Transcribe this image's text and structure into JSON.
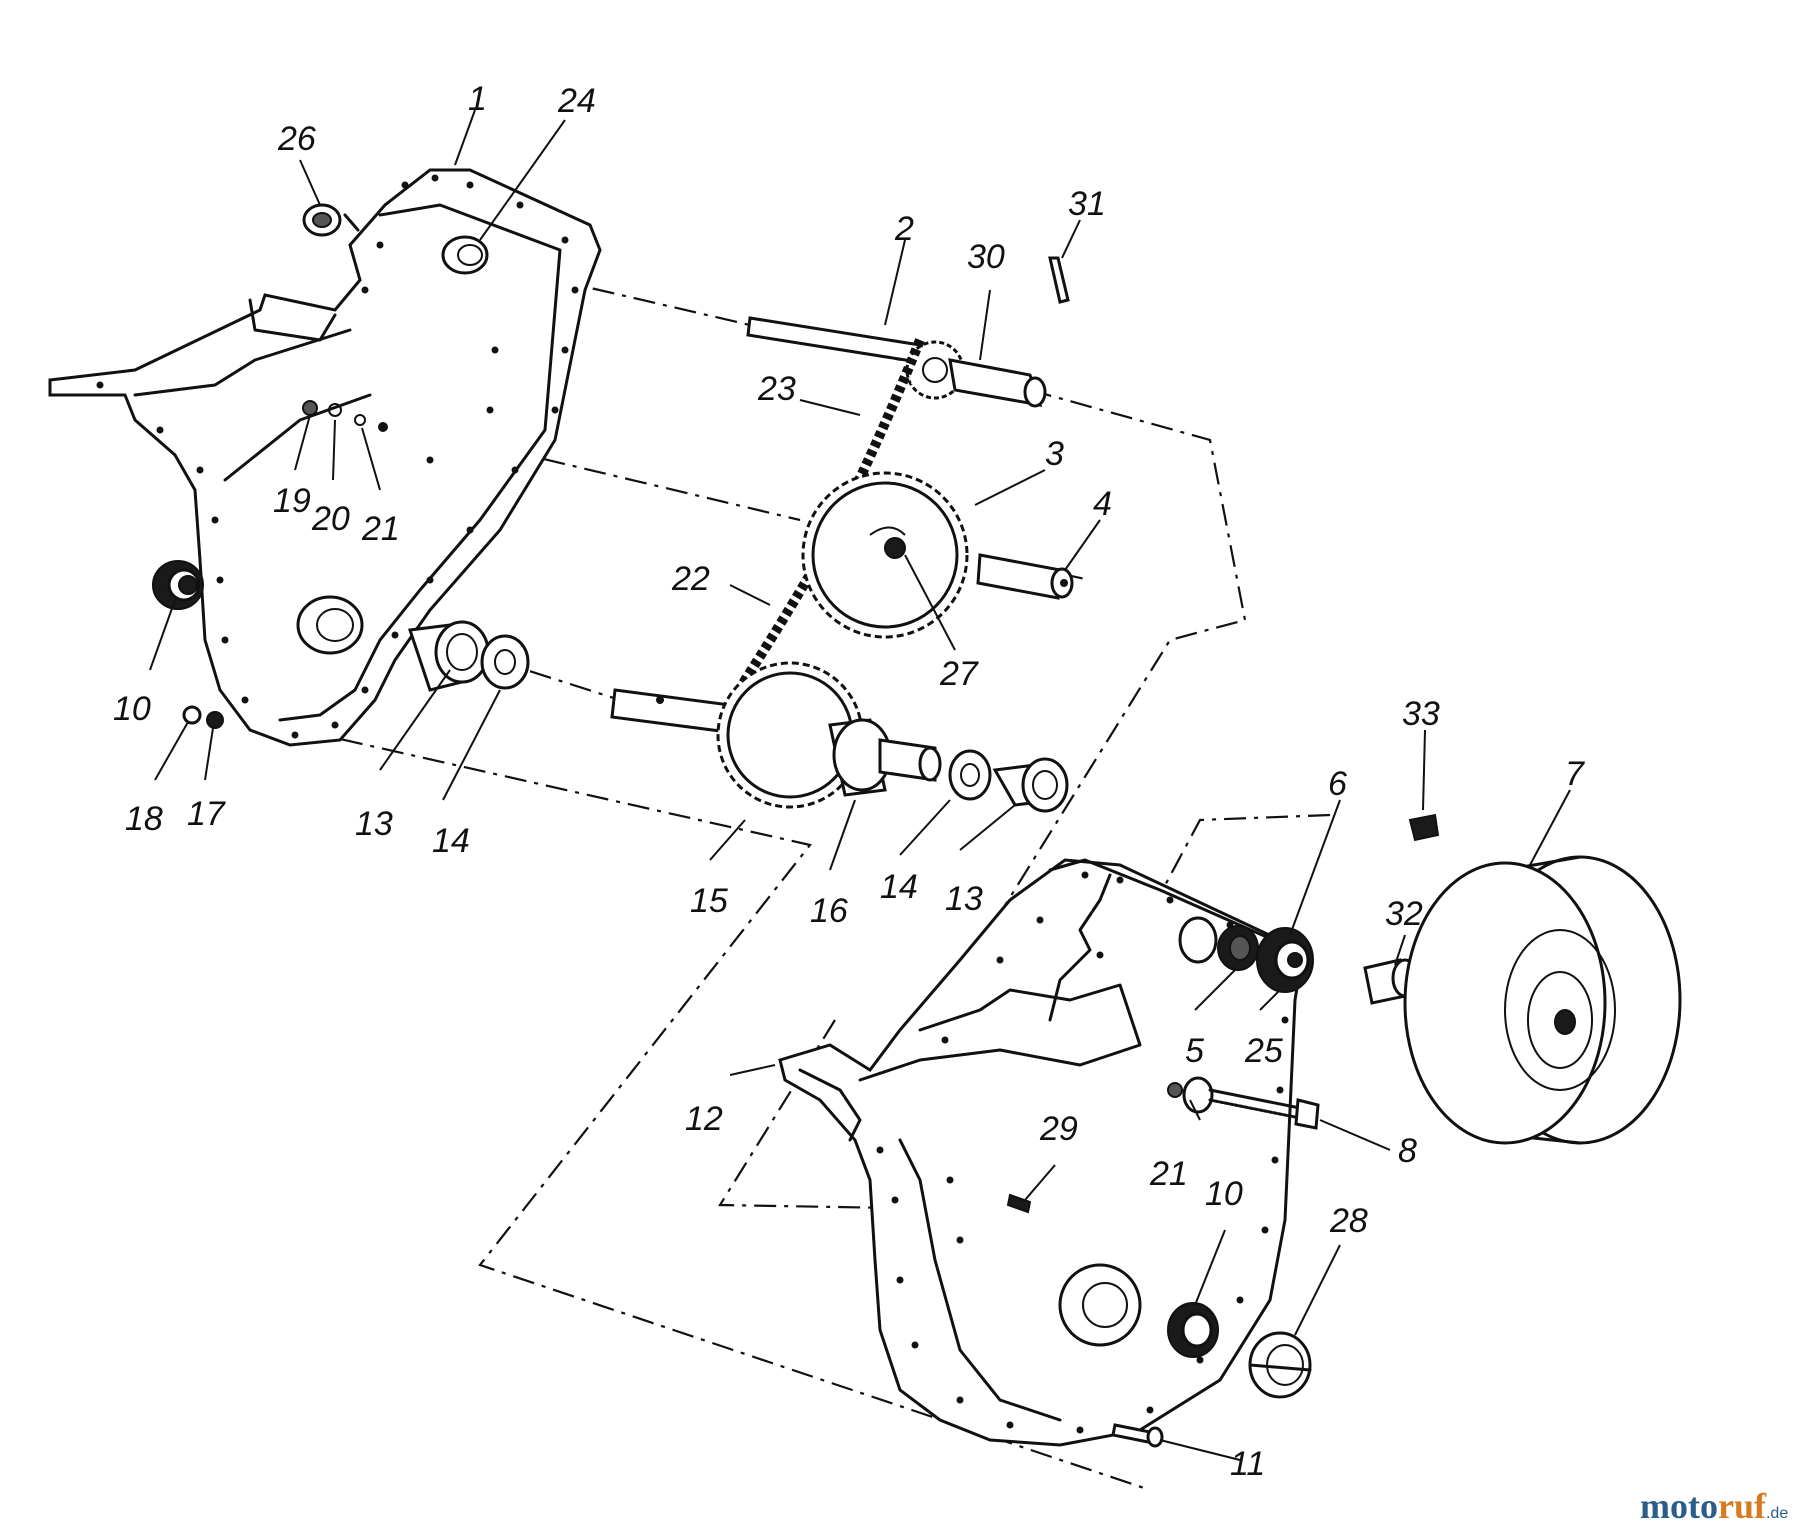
{
  "callouts": {
    "c1": "1",
    "c2": "2",
    "c3": "3",
    "c4": "4",
    "c5": "5",
    "c6": "6",
    "c7": "7",
    "c8": "8",
    "c10a": "10",
    "c10b": "10",
    "c11": "11",
    "c12": "12",
    "c13a": "13",
    "c13b": "13",
    "c14a": "14",
    "c14b": "14",
    "c15": "15",
    "c16": "16",
    "c17": "17",
    "c18": "18",
    "c19": "19",
    "c20": "20",
    "c21a": "21",
    "c21b": "21",
    "c22": "22",
    "c23": "23",
    "c24": "24",
    "c25": "25",
    "c26": "26",
    "c27": "27",
    "c28": "28",
    "c29": "29",
    "c30": "30",
    "c31": "31",
    "c32": "32",
    "c33": "33"
  },
  "watermark": {
    "part1": "moto",
    "part2": "ruf",
    "suffix": ".de"
  },
  "icons": [
    "sprocket-icon",
    "chain-icon",
    "wheel-icon",
    "bearing-icon"
  ]
}
